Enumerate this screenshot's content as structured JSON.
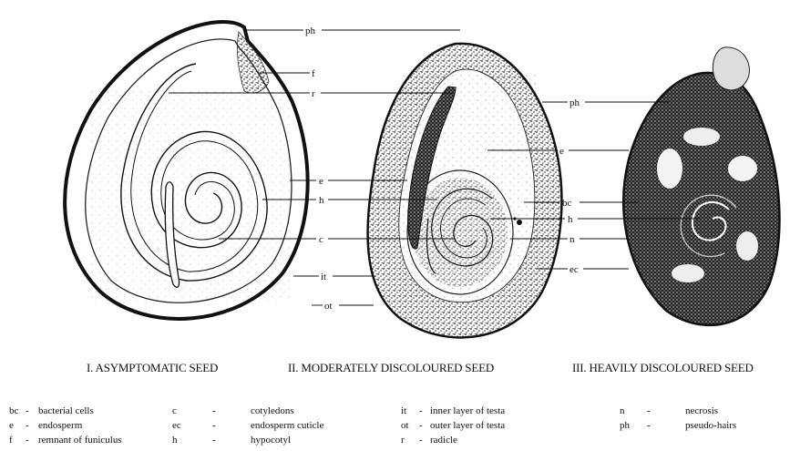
{
  "labels": {
    "ph": "ph",
    "f": "f",
    "r": "r",
    "e": "e",
    "h": "h",
    "c": "c",
    "it": "it",
    "ot": "ot",
    "bc": "bc",
    "n": "n",
    "ec": "ec"
  },
  "captions": {
    "seed1": "I. ASYMPTOMATIC SEED",
    "seed2": "II. MODERATELY DISCOLOURED SEED",
    "seed3": "III. HEAVILY DISCOLOURED SEED"
  },
  "legend": [
    {
      "abbr": "bc",
      "dash": "-",
      "text": "bacterial cells"
    },
    {
      "abbr": "e",
      "dash": "-",
      "text": "endosperm"
    },
    {
      "abbr": "f",
      "dash": "-",
      "text": "remnant of funiculus"
    },
    {
      "abbr": "c",
      "dash": "-",
      "text": "cotyledons"
    },
    {
      "abbr": "ec",
      "dash": "-",
      "text": "endosperm cuticle"
    },
    {
      "abbr": "h",
      "dash": "-",
      "text": "hypocotyl"
    },
    {
      "abbr": "it",
      "dash": "-",
      "text": "inner layer of testa"
    },
    {
      "abbr": "ot",
      "dash": "-",
      "text": "outer layer of testa"
    },
    {
      "abbr": "r",
      "dash": "-",
      "text": "radicle"
    },
    {
      "abbr": "n",
      "dash": "-",
      "text": "necrosis"
    },
    {
      "abbr": "ph",
      "dash": "-",
      "text": "pseudo-hairs"
    }
  ]
}
